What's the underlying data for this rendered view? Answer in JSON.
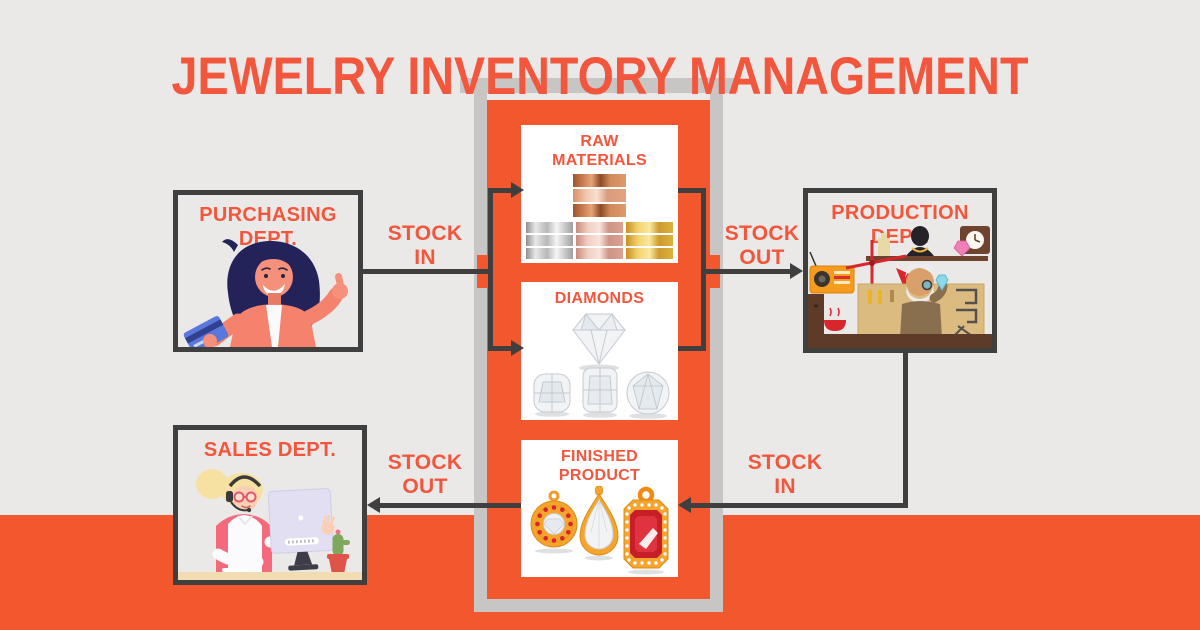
{
  "title": "JEWELRY INVENTORY MANAGEMENT",
  "departments": {
    "purchasing": {
      "label": "PURCHASING DEPT."
    },
    "production": {
      "label": "PRODUCTION DEPT."
    },
    "sales": {
      "label": "SALES DEPT."
    }
  },
  "inventory_store": {
    "raw_materials": {
      "label": "RAW MATERIALS"
    },
    "diamonds": {
      "label": "DIAMONDS"
    },
    "finished_product": {
      "label": "FINISHED PRODUCT"
    }
  },
  "flows": {
    "purchasing_to_store": "STOCK IN",
    "store_to_production": "STOCK OUT",
    "production_to_store": "STOCK IN",
    "store_to_sales": "STOCK OUT"
  },
  "colors": {
    "accent_text": "#F2563C",
    "orange_fill": "#F2572E",
    "background": "#EAE9E7",
    "pillar_gray": "#C7C6C4",
    "line_dark": "#3F3F3F",
    "card_white": "#FFFFFF"
  }
}
